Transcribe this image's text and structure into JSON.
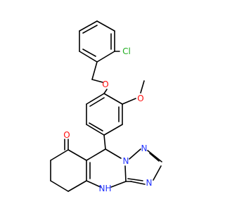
{
  "molecule": {
    "labels": {
      "Cl": "Cl",
      "O_benzyl": "O",
      "O_methoxy": "O",
      "O_ketone": "O",
      "N_triazole_a": "N",
      "N_triazole_b": "N",
      "N_triazole_c": "N",
      "NH": "N",
      "H": "H"
    },
    "colors": {
      "bond": "#000000",
      "Cl": "#1fad1f",
      "O": "#ff0d0d",
      "N": "#2233ff",
      "background": "#ffffff"
    }
  }
}
